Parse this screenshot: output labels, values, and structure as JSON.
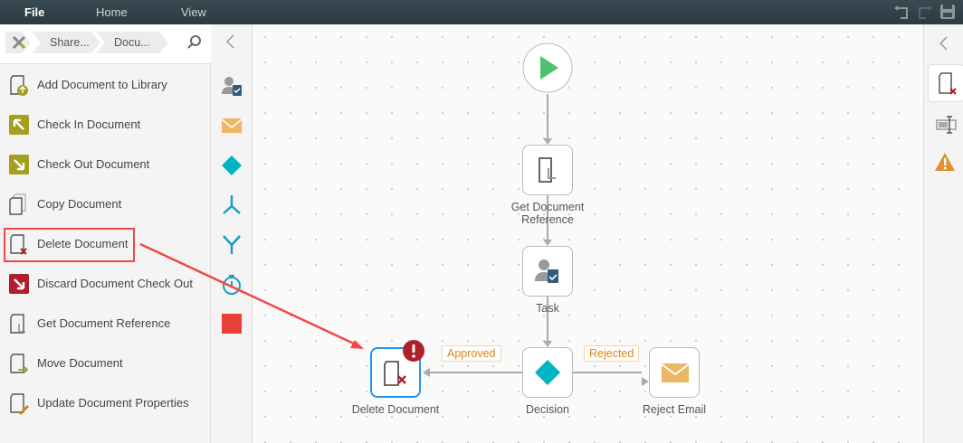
{
  "topbar": {
    "menus": [
      "File",
      "Home",
      "View"
    ],
    "active": "File"
  },
  "breadcrumb": {
    "items": [
      "Share...",
      "Docu..."
    ]
  },
  "actions": [
    {
      "label": "Add Document to Library",
      "icon": "add-document-icon"
    },
    {
      "label": "Check In Document",
      "icon": "check-in-icon"
    },
    {
      "label": "Check Out Document",
      "icon": "check-out-icon"
    },
    {
      "label": "Copy Document",
      "icon": "copy-document-icon"
    },
    {
      "label": "Delete Document",
      "icon": "delete-document-icon",
      "highlighted": true
    },
    {
      "label": "Discard Document Check Out",
      "icon": "discard-checkout-icon"
    },
    {
      "label": "Get Document Reference",
      "icon": "document-reference-icon"
    },
    {
      "label": "Move Document",
      "icon": "move-document-icon"
    },
    {
      "label": "Update Document Properties",
      "icon": "update-properties-icon"
    }
  ],
  "toolbox": [
    "task-icon",
    "email-icon",
    "decision-icon",
    "split-icon",
    "merge-icon",
    "timer-icon",
    "stop-icon"
  ],
  "workflow": {
    "nodes": {
      "get_ref": "Get Document\nReference",
      "task": "Task",
      "decision": "Decision",
      "delete": "Delete Document",
      "reject": "Reject Email"
    },
    "branches": {
      "approved": "Approved",
      "rejected": "Rejected"
    }
  },
  "colors": {
    "accent": "#2196f3",
    "error": "#b01f2a",
    "highlight": "#f04848",
    "start": "#4cc271",
    "decision": "#00b4c8",
    "email": "#ecb762"
  }
}
